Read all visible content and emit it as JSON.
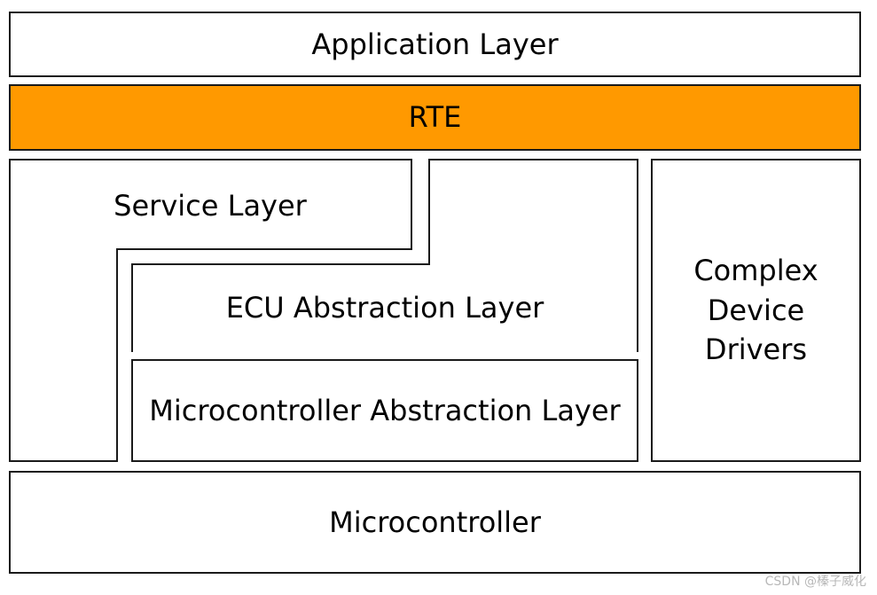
{
  "layers": {
    "application": "Application Layer",
    "rte": "RTE",
    "service": "Service Layer",
    "ecu_abstraction": "ECU Abstraction Layer",
    "mcal": "Microcontroller Abstraction Layer",
    "complex_drivers": [
      "Complex",
      "Device",
      "Drivers"
    ],
    "microcontroller": "Microcontroller"
  },
  "colors": {
    "rte_fill": "#FF9900",
    "border": "#1a1a1a",
    "background": "#ffffff"
  },
  "watermark": "CSDN @榛子威化"
}
